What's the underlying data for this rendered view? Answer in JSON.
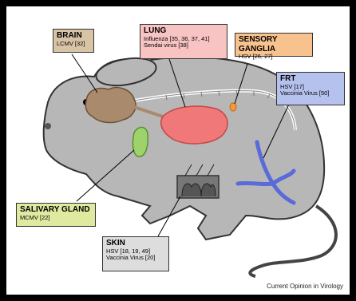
{
  "labels": {
    "brain": {
      "title": "BRAIN",
      "lines": [
        "LCMV [32]"
      ],
      "color": "#d8c3a5"
    },
    "lung": {
      "title": "LUNG",
      "lines": [
        "Influenza [35, 36, 37, 41]",
        "Sendai virus [38]"
      ],
      "color": "#f8c3c3"
    },
    "sensory_ganglia": {
      "title": "SENSORY GANGLIA",
      "lines": [
        "HSV [26, 27]"
      ],
      "color": "#f7c28e"
    },
    "frt": {
      "title": "FRT",
      "lines": [
        "HSV [17]",
        "Vaccinia Virus [50]"
      ],
      "color": "#b6c2ee"
    },
    "salivary_gland": {
      "title": "SALIVARY GLAND",
      "lines": [
        "MCMV [22]"
      ],
      "color": "#dfeaa0"
    },
    "skin": {
      "title": "SKIN",
      "lines": [
        "HSV [18, 19, 49]",
        "Vaccinia Virus [20]"
      ],
      "color": "#dddddd"
    }
  },
  "caption": "Current Opinion in Virology"
}
